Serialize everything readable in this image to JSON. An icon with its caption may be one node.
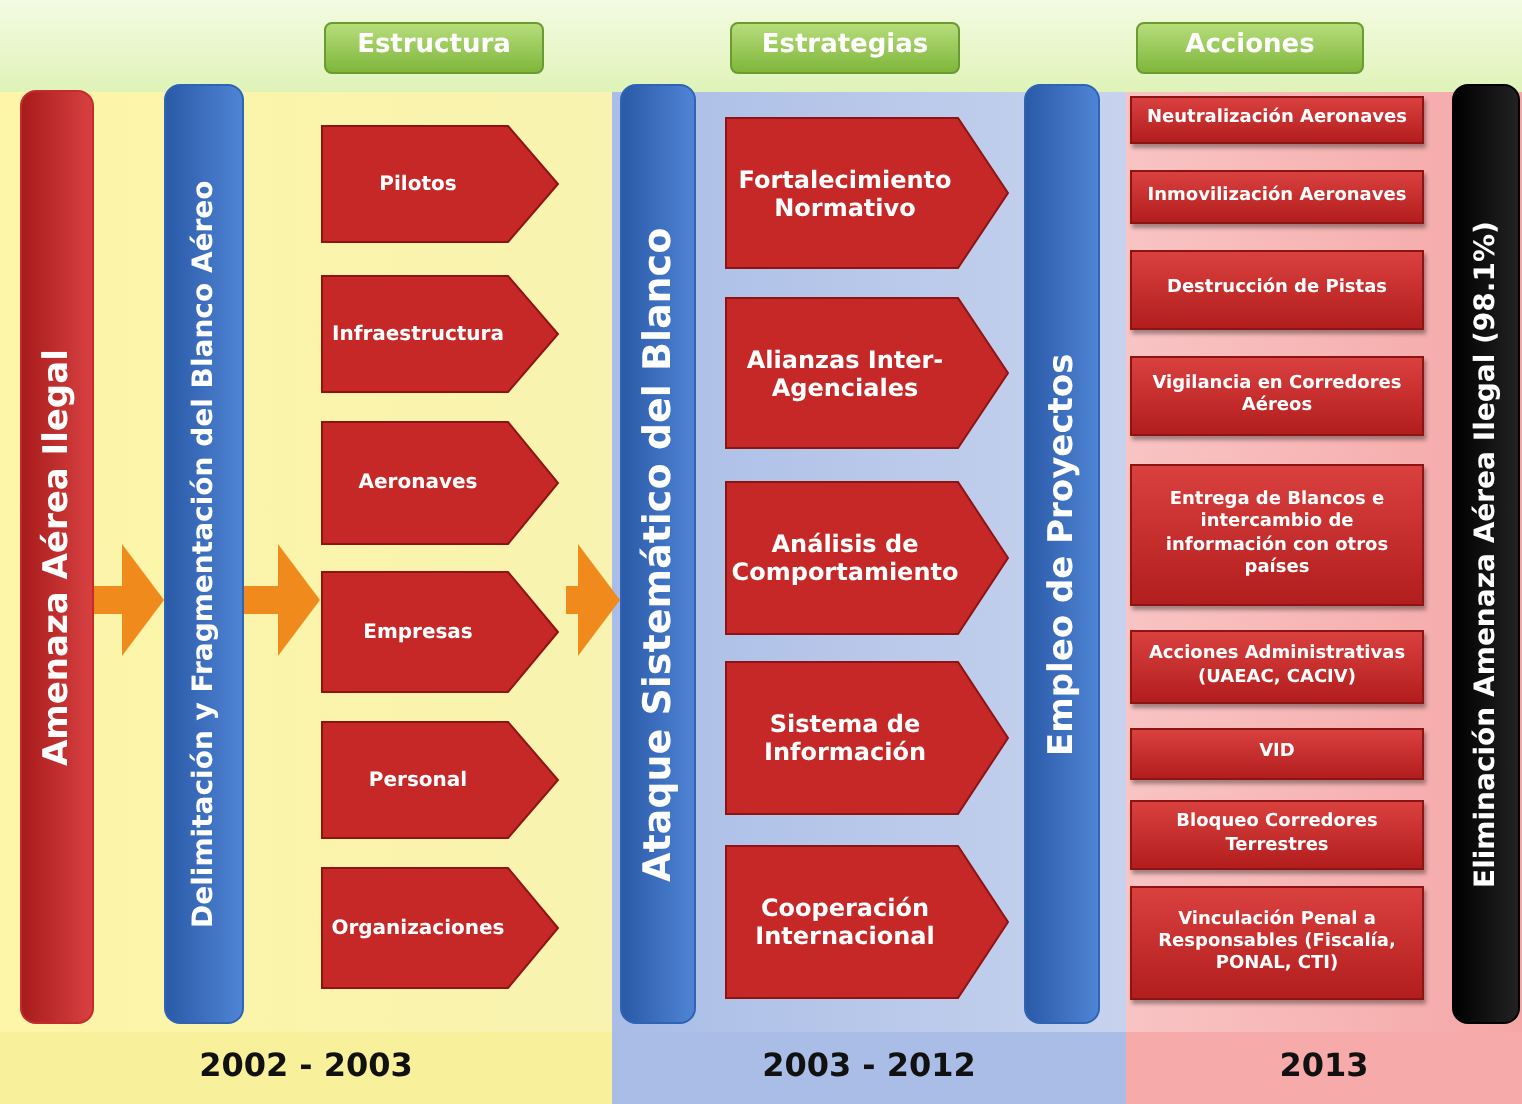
{
  "diagram": {
    "nodes": [
      {
        "text": [
          "Amenaza Aérea Ilegal"
        ]
      },
      {
        "text": [
          "Delimitación y Fragmentación del Blanco Aéreo"
        ]
      },
      {
        "text": [
          "Pilotos"
        ]
      },
      {
        "text": [
          "Infraestructura"
        ]
      },
      {
        "text": [
          "Aeronaves"
        ]
      },
      {
        "text": [
          "Empresas"
        ]
      },
      {
        "text": [
          "Personal"
        ]
      },
      {
        "text": [
          "Organizaciones"
        ]
      },
      {
        "text": [
          "Ataque Sistemático del Blanco"
        ]
      },
      {
        "text": [
          "Fortalecimiento Normativo"
        ]
      },
      {
        "text": [
          "Alianzas Inter-Agenciales"
        ]
      },
      {
        "text": [
          "Análisis de Comportamiento"
        ]
      },
      {
        "text": [
          "Sistema de Información"
        ]
      },
      {
        "text": [
          "Cooperación Internacional"
        ]
      },
      {
        "text": [
          "Empleo de Proyectos"
        ]
      },
      {
        "text": [
          "Neutralización Aeronaves"
        ]
      },
      {
        "text": [
          "Inmovilización Aeronaves"
        ]
      },
      {
        "text": [
          "Destrucción de Pistas"
        ]
      },
      {
        "text": [
          "Vigilancia en Corredores Aéreos"
        ]
      },
      {
        "text": [
          "Entrega de Blancos e intercambio de información con otros países"
        ]
      },
      {
        "text": [
          "Acciones Administrativas (UAEAC, CACIV)"
        ]
      },
      {
        "text": [
          "VID"
        ]
      },
      {
        "text": [
          "Bloqueo Corredores Terrestres"
        ]
      },
      {
        "text": [
          "Vinculación Penal a Responsables (Fiscalía, PONAL, CTI)"
        ]
      },
      {
        "text": [
          "Eliminación Amenaza Aérea Ilegal (98.1%)"
        ]
      }
    ],
    "edges": [
      {
        "from": 0,
        "to": 1,
        "arrow": "to"
      },
      {
        "from": 1,
        "to": 5,
        "arrow": "to"
      },
      {
        "from": null,
        "to": 8,
        "arrow": "to"
      }
    ],
    "labels": [
      "Estructura",
      "Estrategias",
      "Acciones",
      "2002 - 2003",
      "2003 - 2012",
      "2013"
    ]
  }
}
